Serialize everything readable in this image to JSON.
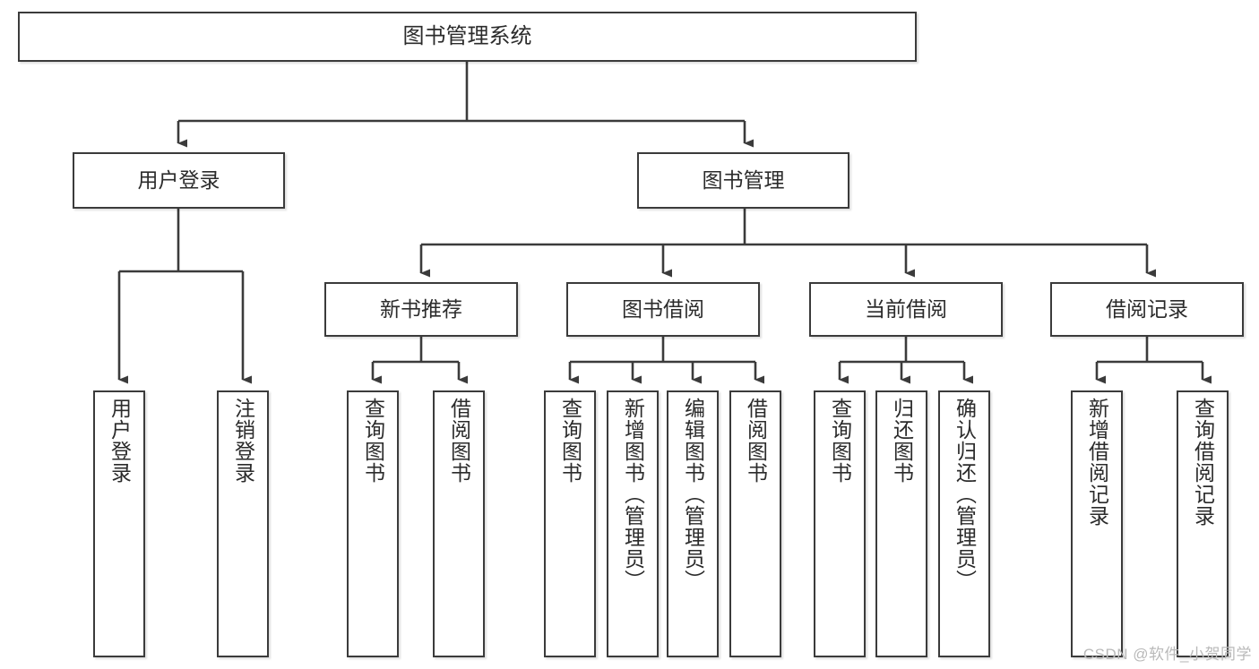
{
  "diagram": {
    "type": "tree",
    "title": "图书管理系统",
    "watermark": "CSDN @软件_小贺同学",
    "colors": {
      "stroke": "#3b3b3b",
      "fill": "#ffffff",
      "text": "#2b2b2b",
      "watermark": "#b9b9b9"
    },
    "nodes": {
      "root": {
        "label": "图书管理系统"
      },
      "level2": [
        {
          "label": "用户登录"
        },
        {
          "label": "图书管理"
        }
      ],
      "level3": [
        {
          "label": "新书推荐"
        },
        {
          "label": "图书借阅"
        },
        {
          "label": "当前借阅"
        },
        {
          "label": "借阅记录"
        }
      ],
      "leaves": {
        "user_login": [
          {
            "label": "用户登录"
          },
          {
            "label": "注销登录"
          }
        ],
        "new_book_recommend": [
          {
            "label": "查询图书"
          },
          {
            "label": "借阅图书"
          }
        ],
        "book_borrow": [
          {
            "label": "查询图书"
          },
          {
            "label": "新增图书（管理员）"
          },
          {
            "label": "编辑图书（管理员）"
          },
          {
            "label": "借阅图书"
          }
        ],
        "current_borrow": [
          {
            "label": "查询图书"
          },
          {
            "label": "归还图书"
          },
          {
            "label": "确认归还（管理员）"
          }
        ],
        "borrow_record": [
          {
            "label": "新增借阅记录"
          },
          {
            "label": "查询借阅记录"
          }
        ]
      }
    }
  }
}
